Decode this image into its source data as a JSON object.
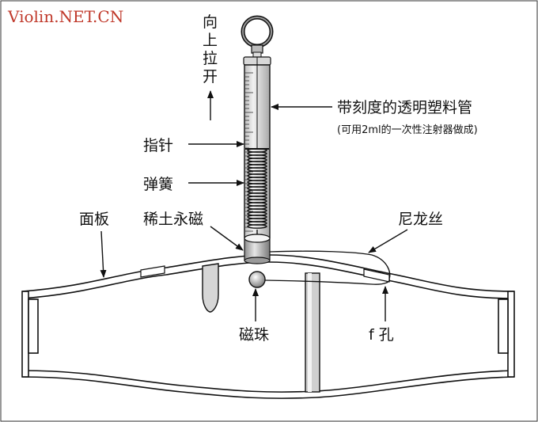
{
  "watermark": "Violin.NET.CN",
  "labels": {
    "pull_up": "向上拉开",
    "tube": "带刻度的透明塑料管",
    "tube_note": "(可用2ml的一次性注射器做成)",
    "pointer": "指针",
    "spring": "弹簧",
    "magnet": "稀土永磁",
    "nylon": "尼龙丝",
    "top_plate": "面板",
    "bead": "磁珠",
    "f_hole": "f 孔"
  },
  "colors": {
    "watermark": "#c0392b",
    "line": "#111111",
    "tube_fill": "#e4e4e4",
    "body_fill": "#ffffff"
  }
}
